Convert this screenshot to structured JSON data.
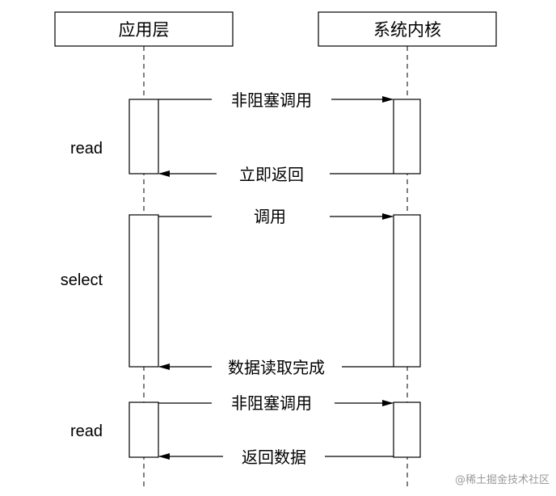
{
  "participants": {
    "app": {
      "label": "应用层"
    },
    "kernel": {
      "label": "系统内核"
    }
  },
  "calls": [
    {
      "label": "read"
    },
    {
      "label": "select"
    },
    {
      "label": "read"
    }
  ],
  "messages": [
    {
      "label": "非阻塞调用",
      "direction": "to-kernel"
    },
    {
      "label": "立即返回",
      "direction": "to-app"
    },
    {
      "label": "调用",
      "direction": "to-kernel"
    },
    {
      "label": "数据读取完成",
      "direction": "to-app"
    },
    {
      "label": "非阻塞调用",
      "direction": "to-kernel"
    },
    {
      "label": "返回数据",
      "direction": "to-app"
    }
  ],
  "watermark": "@稀土掘金技术社区"
}
